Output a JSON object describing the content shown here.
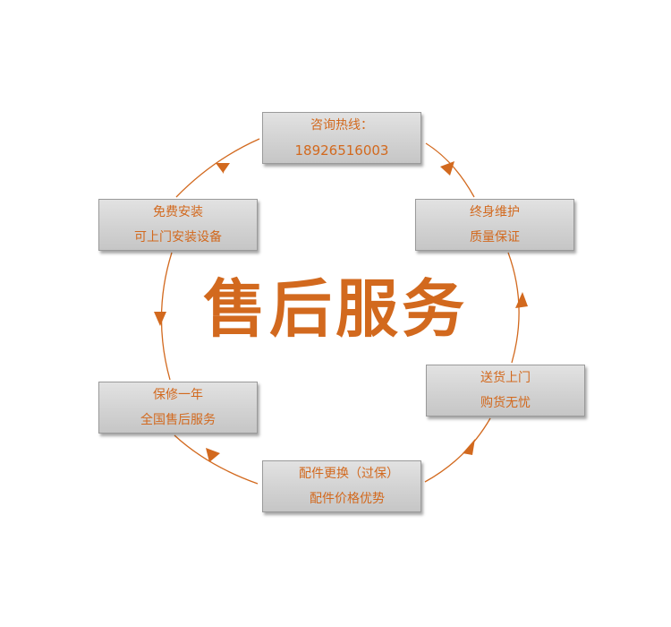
{
  "title": "售后服务",
  "colors": {
    "accent": "#d2691e",
    "box_fill": "#d4d4d4",
    "box_border": "#9a9a9a"
  },
  "nodes": {
    "consult": {
      "line1": "咨询热线：",
      "line2": "18926516003"
    },
    "install": {
      "line1": "免费安装",
      "line2": "可上门安装设备"
    },
    "maintain": {
      "line1": "终身维护",
      "line2": "质量保证"
    },
    "warranty": {
      "line1": "保修一年",
      "line2": "全国售后服务"
    },
    "delivery": {
      "line1": "送货上门",
      "line2": "购货无忧"
    },
    "parts": {
      "line1": "配件更换（过保）",
      "line2": "配件价格优势"
    }
  }
}
